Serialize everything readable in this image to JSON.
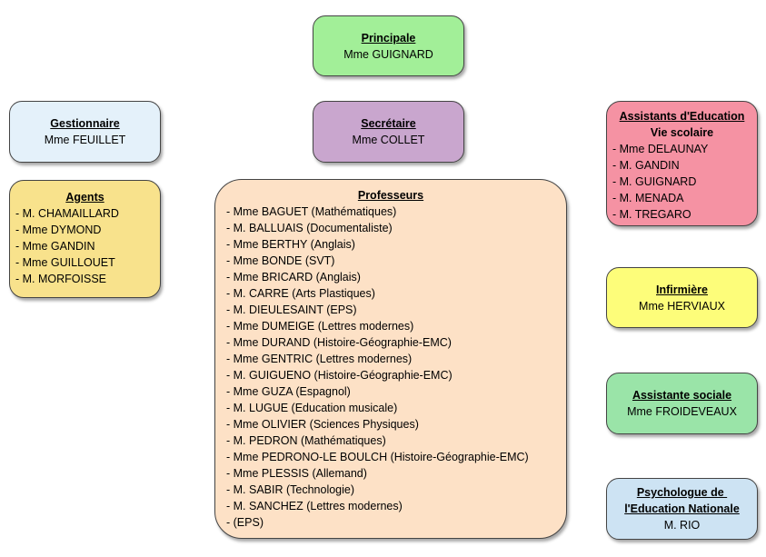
{
  "principale": {
    "title": "Principale",
    "name": "Mme GUIGNARD"
  },
  "gestionnaire": {
    "title": "Gestionnaire",
    "name": "Mme FEUILLET"
  },
  "secretaire": {
    "title": "Secrétaire",
    "name": "Mme COLLET"
  },
  "assistants": {
    "title": "Assistants d'Education",
    "subtitle": "Vie scolaire",
    "members": [
      "Mme DELAUNAY",
      "M. GANDIN",
      "M. GUIGNARD",
      " M. MENADA",
      "M. TREGARO"
    ]
  },
  "agents": {
    "title": "Agents",
    "members": [
      "M. CHAMAILLARD",
      "Mme DYMOND",
      "Mme GANDIN",
      "Mme GUILLOUET",
      "M. MORFOISSE"
    ]
  },
  "professeurs": {
    "title": "Professeurs",
    "members": [
      "Mme BAGUET (Mathématiques)",
      "M. BALLUAIS (Documentaliste)",
      "Mme BERTHY (Anglais)",
      "Mme BONDE (SVT)",
      "Mme BRICARD (Anglais)",
      "M. CARRE (Arts Plastiques)",
      "M. DIEULESAINT (EPS)",
      "Mme DUMEIGE (Lettres modernes)",
      "Mme DURAND (Histoire-Géographie-EMC)",
      "Mme GENTRIC (Lettres modernes)",
      "M. GUIGUENO (Histoire-Géographie-EMC)",
      "Mme GUZA (Espagnol)",
      "M. LUGUE (Education musicale)",
      "Mme OLIVIER (Sciences Physiques)",
      "M. PEDRON (Mathématiques)",
      "Mme PEDRONO-LE BOULCH (Histoire-Géographie-EMC)",
      "Mme PLESSIS (Allemand)",
      "M. SABIR (Technologie)",
      "M. SANCHEZ (Lettres modernes)",
      " (EPS)"
    ]
  },
  "infirmiere": {
    "title": "Infirmière",
    "name": "Mme HERVIAUX"
  },
  "sociale": {
    "title": "Assistante sociale",
    "name": "Mme FROIDEVEAUX"
  },
  "psychologue": {
    "title_line1": "Psychologue de ",
    "title_line2": "l'Education Nationale",
    "name": "M. RIO"
  }
}
